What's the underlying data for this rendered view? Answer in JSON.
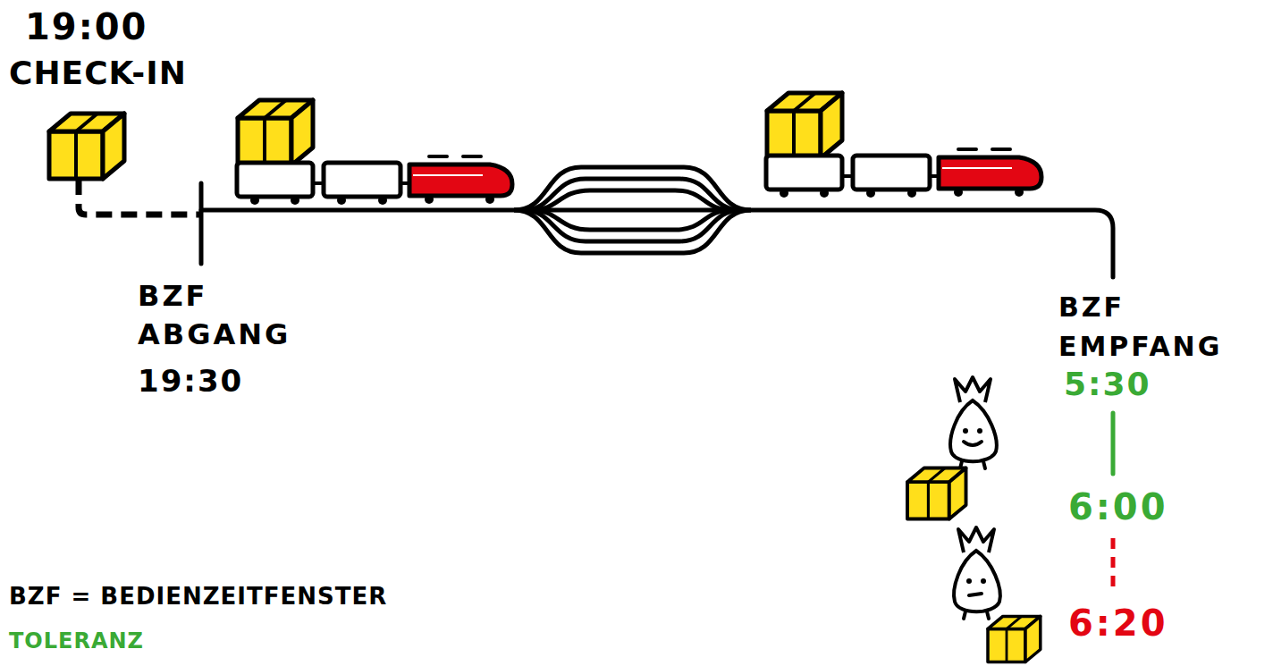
{
  "diagram": {
    "labels": [
      "19:00",
      "CHECK-IN",
      "BZF ABGANG",
      "19:30",
      "BZF EMPFANG",
      "5:30",
      "6:00",
      "6:20",
      "BZF = BEDIENZEITFENSTER",
      "TOLERANZ"
    ]
  }
}
